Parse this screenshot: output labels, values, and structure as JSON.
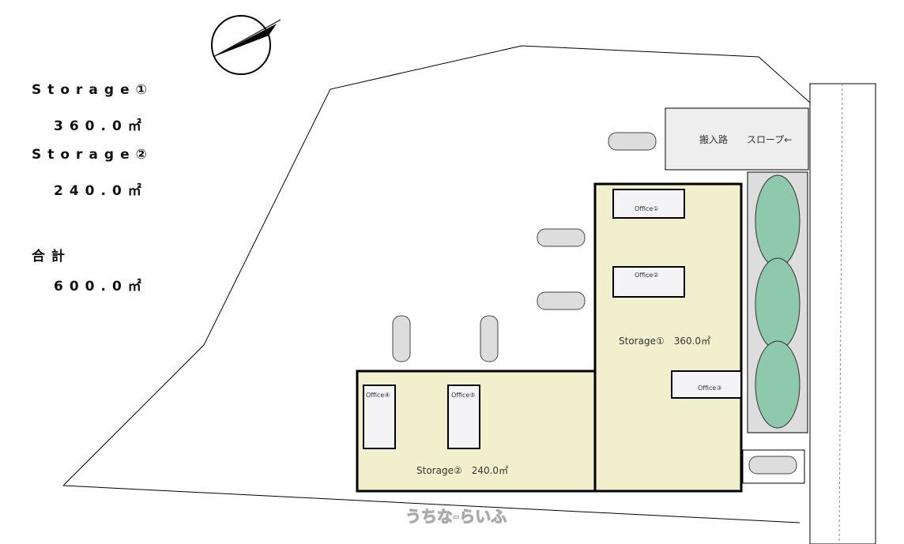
{
  "summary": {
    "storage1_label": "Storage①",
    "storage1_area": "360.0㎡",
    "storage2_label": "Storage②",
    "storage2_area": "240.0㎡",
    "total_label": "合計",
    "total_area": "600.0㎡"
  },
  "plan": {
    "driveway_label": "搬入路　　スロープ←",
    "storage1_text": "Storage①　360.0㎡",
    "storage2_text": "Storage②　240.0㎡",
    "offices": [
      "Office①",
      "Office②",
      "Office③",
      "Office④",
      "Office⑤"
    ],
    "watermark": "うちな-らいふ"
  },
  "colors": {
    "storage_fill": "#f2f0cc",
    "tree_fill": "#8fc9ad",
    "office_fill": "#f4f4f6"
  }
}
